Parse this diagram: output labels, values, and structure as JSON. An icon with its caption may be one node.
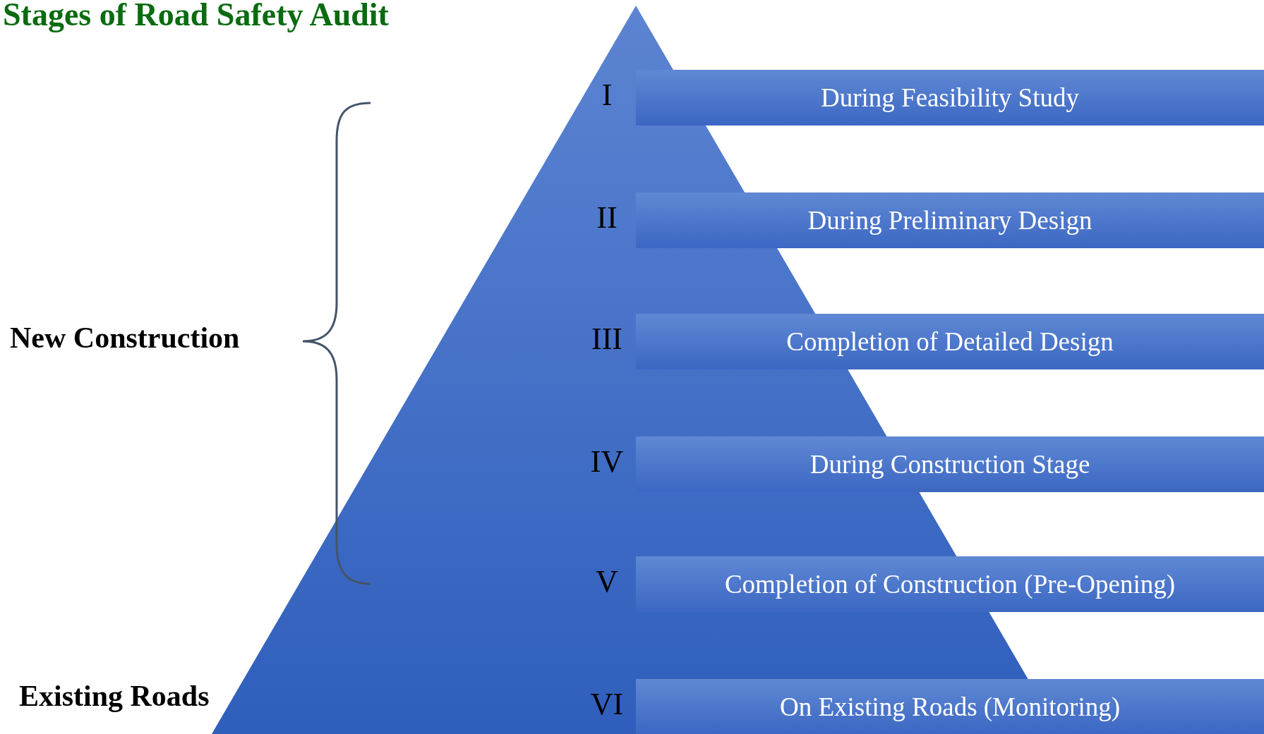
{
  "diagram": {
    "title": "Stages of Road Safety Audit",
    "nodes": [
      {
        "text": [
          "During Feasibility Study"
        ],
        "beside": [
          "I"
        ]
      },
      {
        "text": [
          "During Preliminary Design"
        ],
        "beside": [
          "II"
        ]
      },
      {
        "text": [
          "Completion of Detailed Design"
        ],
        "beside": [
          "III"
        ]
      },
      {
        "text": [
          "During Construction Stage"
        ],
        "beside": [
          "IV"
        ]
      },
      {
        "text": [
          "Completion of Construction (Pre-Opening)"
        ],
        "beside": [
          "V"
        ]
      },
      {
        "text": [
          "On Existing Roads (Monitoring)"
        ],
        "beside": [
          "VI"
        ]
      }
    ],
    "labels": [
      "New Construction",
      "Existing Roads"
    ]
  }
}
